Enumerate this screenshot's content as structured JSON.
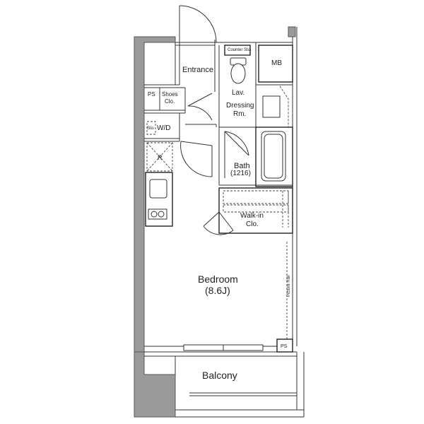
{
  "rooms": {
    "entrance": "Entrance",
    "counter_storage": "Counter Sto.",
    "mb": "MB",
    "lavatory": "Lav.",
    "dressing_room_line1": "Dressing",
    "dressing_room_line2": "Rm.",
    "ps_top": "PS",
    "shoes_closet_line1": "Shoes",
    "shoes_closet_line2": "Clo.",
    "storage_small": "Sto.",
    "washer_dryer": "W/D",
    "refrigerator": "R",
    "bath": "Bath",
    "bath_size": "(1216)",
    "walkin_line1": "Walk-in",
    "walkin_line2": "Clo.",
    "bedroom": "Bedroom",
    "bedroom_size": "(8.6J)",
    "picture_rail": "Picture Rail",
    "ps_bottom": "PS",
    "balcony": "Balcony"
  },
  "colors": {
    "wall_fill": "#9a9a9a",
    "line": "#222222"
  }
}
